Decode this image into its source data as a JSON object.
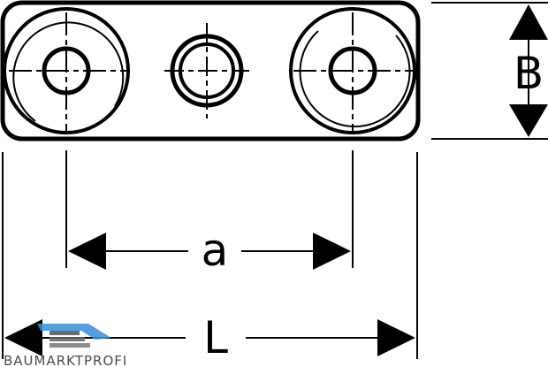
{
  "dimensions": {
    "height_label": "B",
    "spacing_label": "a",
    "length_label": "L"
  },
  "watermark": {
    "text": "BAUMARKTPROFI",
    "accent_color": "#3a8fd6"
  },
  "colors": {
    "line": "#000000",
    "background": "#ffffff"
  }
}
